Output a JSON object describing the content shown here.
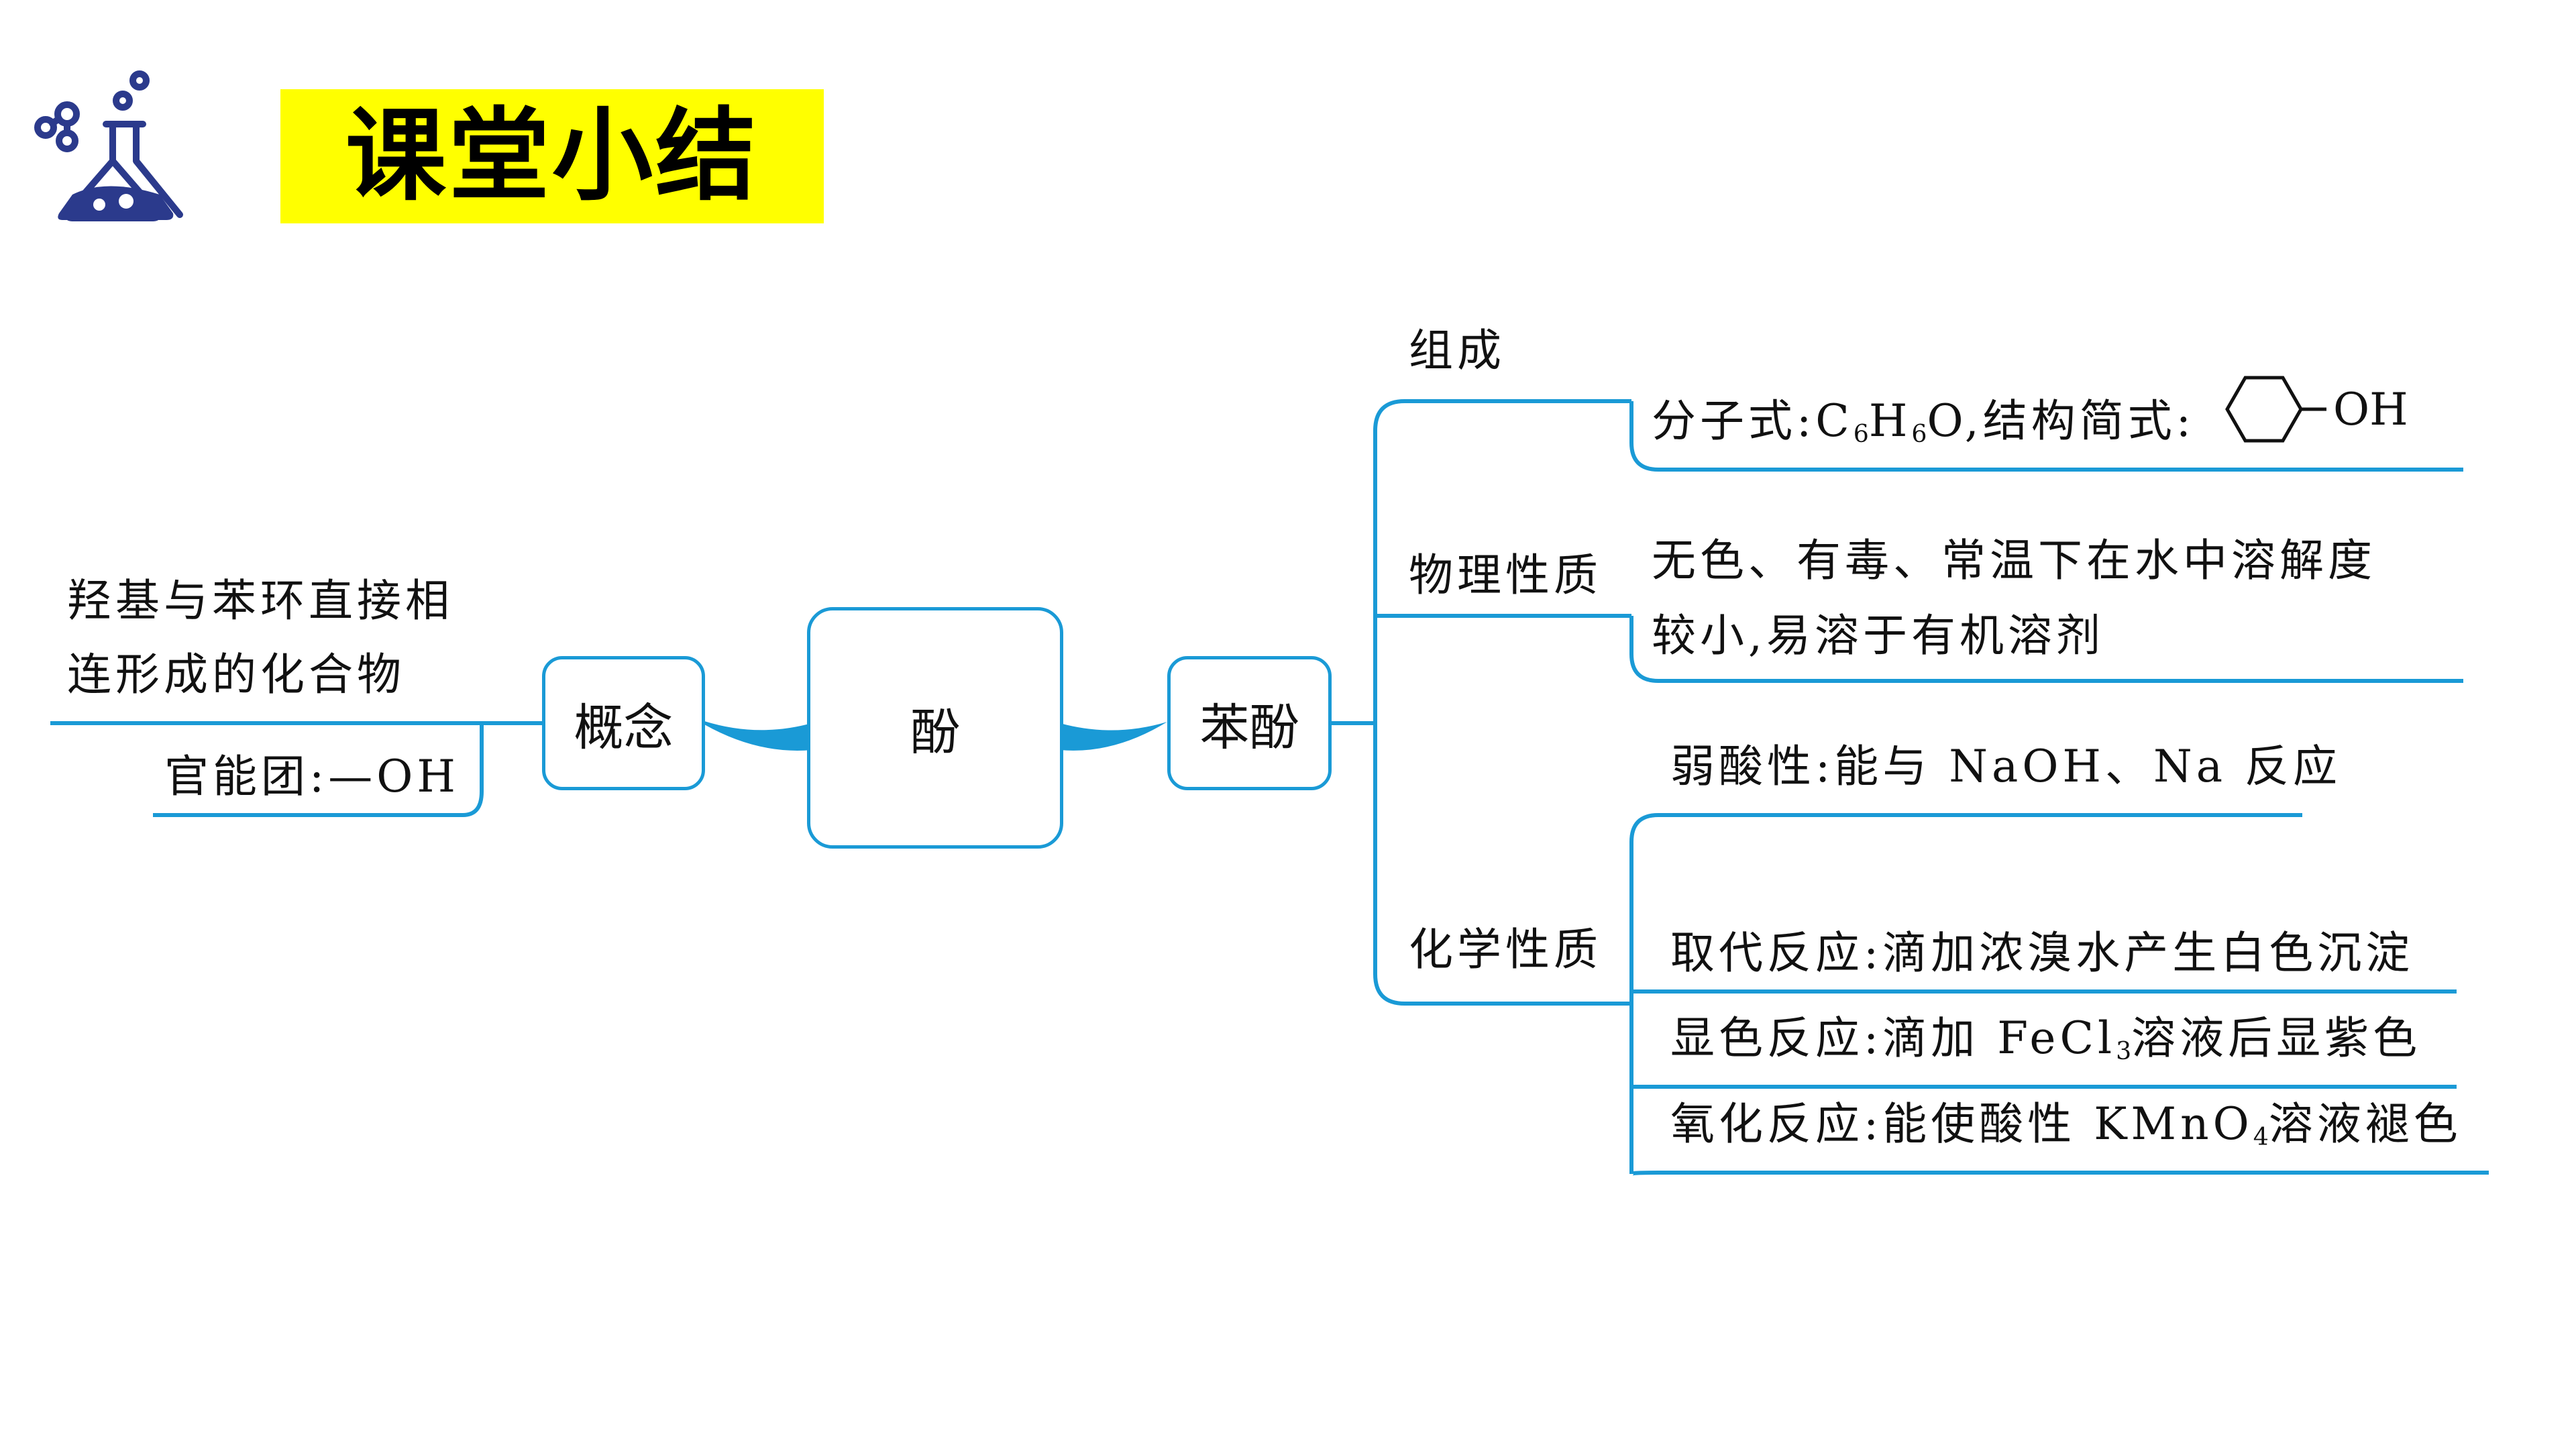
{
  "header": {
    "title": "课堂小结"
  },
  "center": {
    "label": "酚"
  },
  "left_branch": {
    "node": "概念",
    "definition_line1": "羟基与苯环直接相",
    "definition_line2": "连形成的化合物",
    "functional_group": "官能团:—OH"
  },
  "right_branch": {
    "node": "苯酚",
    "composition": {
      "label": "组成",
      "formula_prefix": "分子式:C",
      "formula_sub1": "6",
      "formula_mid": "H",
      "formula_sub2": "6",
      "formula_suffix": "O,结构简式:",
      "structure_group": "OH"
    },
    "physical": {
      "label": "物理性质",
      "line1": "无色、有毒、常温下在水中溶解度",
      "line2": "较小,易溶于有机溶剂"
    },
    "chemical": {
      "label": "化学性质",
      "acidity": "弱酸性:能与 NaOH、Na 反应",
      "substitution": "取代反应:滴加浓溴水产生白色沉淀",
      "color_prefix": "显色反应:滴加 FeCl",
      "color_sub": "3",
      "color_suffix": "溶液后显紫色",
      "oxidation_prefix": "氧化反应:能使酸性 KMnO",
      "oxidation_sub": "4",
      "oxidation_suffix": "溶液褪色"
    }
  },
  "colors": {
    "line": "#1a9ad6",
    "title_bg": "#ffff00",
    "icon": "#2b3a8c"
  }
}
